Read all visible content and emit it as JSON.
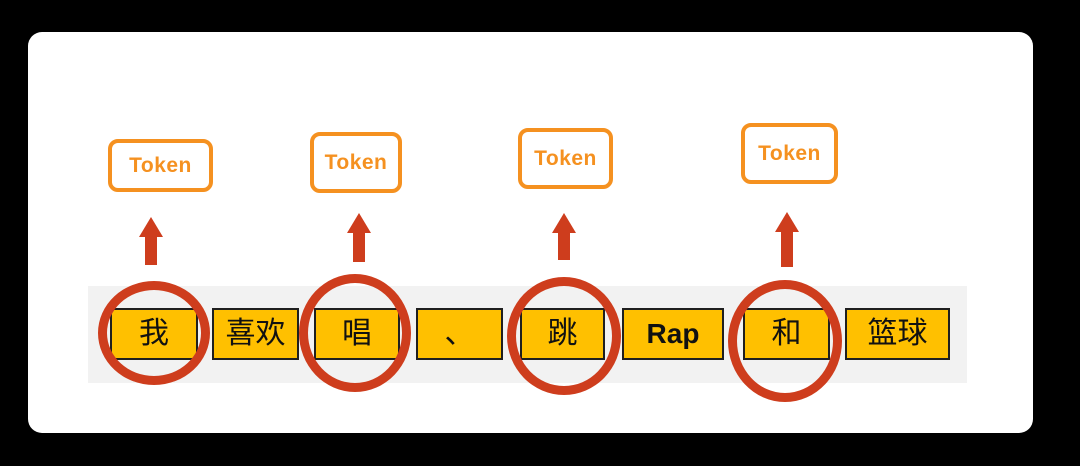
{
  "diagram": {
    "description_of_content": "tokenization diagram: sentence split into tokens, four tokens circled and mapped to Token boxes",
    "token_boxes": [
      {
        "label": "Token"
      },
      {
        "label": "Token"
      },
      {
        "label": "Token"
      },
      {
        "label": "Token"
      }
    ],
    "tokens": [
      {
        "text": "我",
        "circled": true
      },
      {
        "text": "喜欢",
        "circled": false
      },
      {
        "text": "唱",
        "circled": true
      },
      {
        "text": "、",
        "circled": false
      },
      {
        "text": "跳",
        "circled": true
      },
      {
        "text": "Rap",
        "circled": false
      },
      {
        "text": "和",
        "circled": true
      },
      {
        "text": "篮球",
        "circled": false
      }
    ],
    "colors": {
      "background": "#000000",
      "card": "#ffffff",
      "token_cell_fill": "#ffc000",
      "token_cell_border": "#1f1f1f",
      "token_box_outline": "#f59120",
      "token_box_text": "#f59120",
      "highlight_red": "#ce3d1d",
      "row_band": "#f2f2f2"
    }
  }
}
